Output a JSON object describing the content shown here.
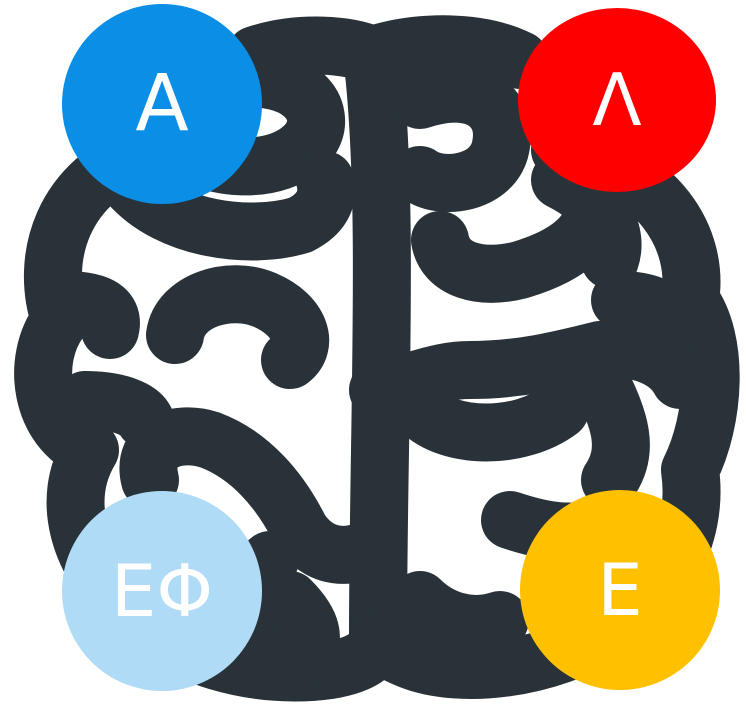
{
  "badges": {
    "top_left": {
      "label": "Α",
      "color": "#0a8ee6"
    },
    "top_right": {
      "label": "Λ",
      "color": "#ff0000"
    },
    "bottom_left": {
      "label": "ΕΦ",
      "color": "#b0dbf7"
    },
    "bottom_right": {
      "label": "Ε",
      "color": "#ffc000"
    }
  },
  "brain": {
    "stroke_color": "#283238"
  }
}
